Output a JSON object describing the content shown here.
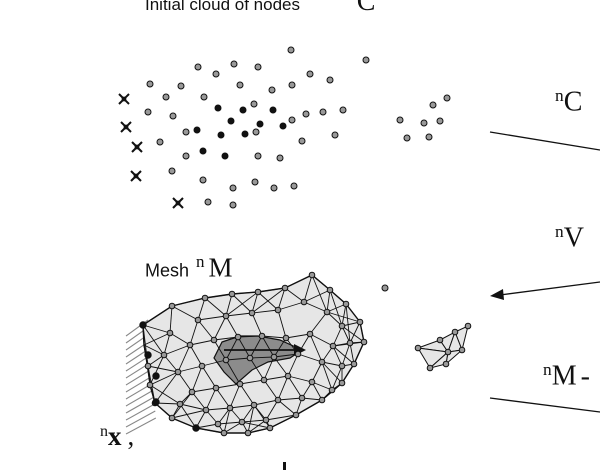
{
  "top_caption": {
    "text": "Initial cloud of nodes",
    "symbol": "C"
  },
  "mesh_label": {
    "text": "Mesh",
    "sup": "n",
    "symbol": "M"
  },
  "labels": {
    "nC": {
      "sup": "n",
      "symbol": "C"
    },
    "nV": {
      "sup": "n",
      "symbol": "V"
    },
    "nM": {
      "sup": "n",
      "symbol": "M",
      "tail": "-"
    },
    "nx": {
      "sup": "n",
      "symbol": "x",
      "tail": ","
    }
  },
  "colors": {
    "mesh_fill": "#e6e6e6",
    "core_fill": "#8c8c8c",
    "node_fill": "#999999",
    "line": "#111111",
    "hatch": "#888888"
  }
}
